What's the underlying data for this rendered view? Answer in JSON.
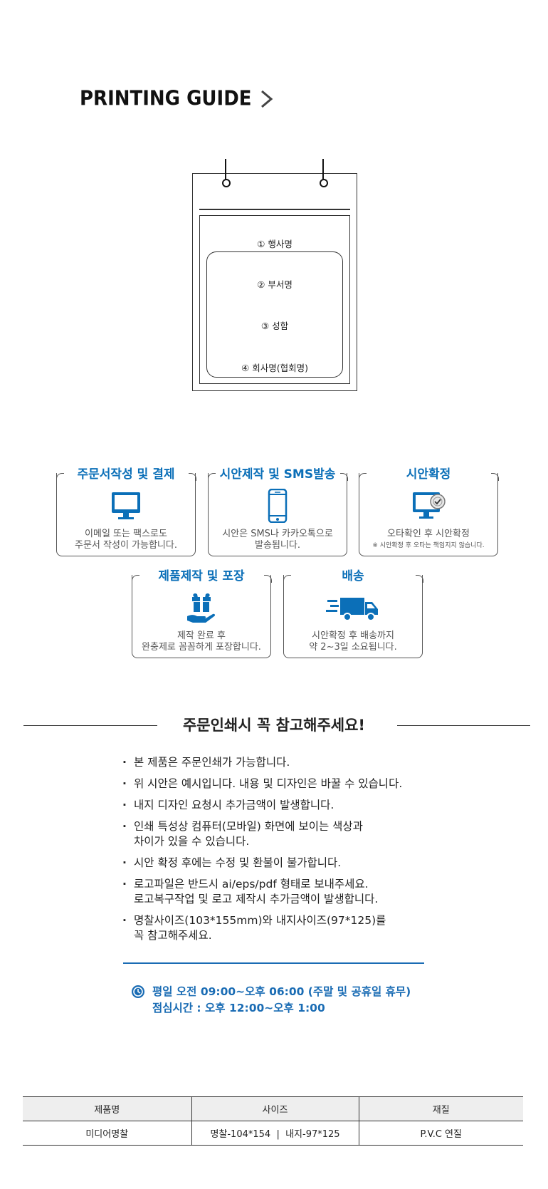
{
  "guide": {
    "title": "PRINTING GUIDE"
  },
  "illustration": {
    "labels": [
      "① 행사명",
      "② 부서명",
      "③ 성함",
      "④ 회사명(협회명)"
    ]
  },
  "process": [
    {
      "title": "주문서작성 및 결제",
      "icon": "monitor-icon",
      "desc": [
        "이메일 또는 팩스로도",
        "주문서 작성이 가능합니다."
      ]
    },
    {
      "title": "시안제작 및 SMS발송",
      "icon": "smartphone-icon",
      "desc": [
        "시안은 SMS나 카카오톡으로",
        "발송됩니다."
      ]
    },
    {
      "title": "시안확정",
      "icon": "monitor-confirm-icon",
      "desc": [
        "오타확인 후 시안확정"
      ],
      "note": "※ 시안확정 후 오타는 책임지지 않습니다."
    },
    {
      "title": "제품제작 및 포장",
      "icon": "gift-hand-icon",
      "desc": [
        "제작 완료 후",
        "완충제로 꼼꼼하게 포장합니다."
      ]
    },
    {
      "title": "배송",
      "icon": "truck-icon",
      "desc": [
        "시안확정 후 배송까지",
        "약 2~3일 소요됩니다."
      ]
    }
  ],
  "notice": {
    "title": "주문인쇄시 꼭 참고해주세요!",
    "items": [
      [
        "본 제품은 주문인쇄가 가능합니다."
      ],
      [
        "위 시안은 예시입니다. 내용 및 디자인은 바꿀 수 있습니다."
      ],
      [
        "내지 디자인 요청시 추가금액이 발생합니다."
      ],
      [
        "인쇄 특성상 컴퓨터(모바일) 화면에 보이는 색상과",
        "차이가 있을 수 있습니다."
      ],
      [
        "시안 확정 후에는 수정 및 환불이 불가합니다."
      ],
      [
        "로고파일은 반드시 ai/eps/pdf 형태로 보내주세요.",
        "로고복구작업 및 로고 제작시 추가금액이 발생합니다."
      ],
      [
        "명찰사이즈(103*155mm)와 내지사이즈(97*125)를",
        "꼭 참고해주세요."
      ]
    ],
    "hours": [
      "평일 오전 09:00~오후 06:00 (주말 및 공휴일 휴무)",
      "점심시간 : 오후 12:00~오후 1:00"
    ]
  },
  "spec_table": {
    "headers": [
      "제품명",
      "사이즈",
      "재질"
    ],
    "row": [
      "미디어명찰",
      "명찰-104*154  |  내지-97*125",
      "P.V.C 연질"
    ]
  },
  "colors": {
    "accent": "#0b6fb8",
    "line": "#333333"
  }
}
